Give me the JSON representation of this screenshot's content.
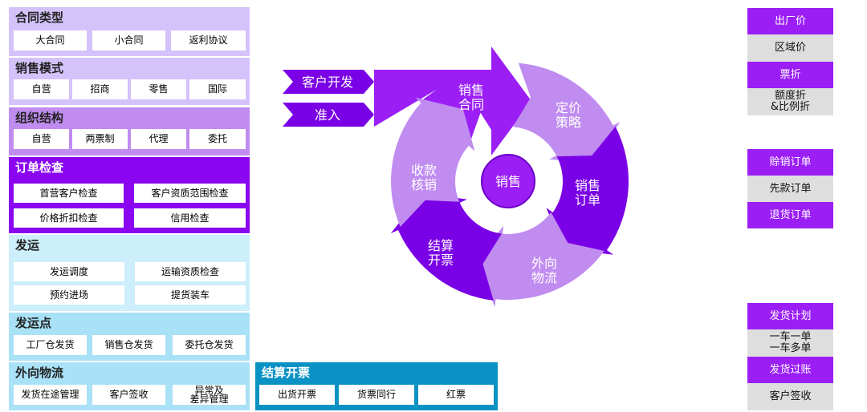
{
  "colors": {
    "dark_purple": "#7a00e6",
    "mid_purple": "#9b1ff5",
    "light_purple": "#c08cf0",
    "lavender": "#d4c2fa",
    "light_blue": "#cdeefb",
    "sky_blue": "#a9e1f7",
    "teal": "#0b92c4"
  },
  "contract_types": {
    "title": "合同类型",
    "items": [
      "大合同",
      "小合同",
      "返利协议"
    ]
  },
  "sales_modes": {
    "title": "销售模式",
    "items": [
      "自营",
      "招商",
      "零售",
      "国际"
    ]
  },
  "org_structure": {
    "title": "组织结构",
    "items": [
      "自营",
      "两票制",
      "代理",
      "委托"
    ]
  },
  "order_check": {
    "title": "订单检查",
    "items": [
      "首营客户检查",
      "客户资质范围检查",
      "价格折扣检查",
      "信用检查"
    ]
  },
  "shipping": {
    "title": "发运",
    "items": [
      "发运调度",
      "运输资质检查",
      "预约进场",
      "提货装车"
    ]
  },
  "shipping_points": {
    "title": "发运点",
    "items": [
      "工厂仓发货",
      "销售仓发货",
      "委托仓发货"
    ]
  },
  "outbound_logistics": {
    "title": "外向物流",
    "items": [
      "发货在途管理",
      "客户签收",
      "异常及\n差异管理"
    ]
  },
  "settlement": {
    "title": "结算开票",
    "items": [
      "出货开票",
      "货票同行",
      "红票"
    ]
  },
  "cycle": {
    "center": "销售",
    "entry_arrows": [
      "客户开发",
      "准入"
    ],
    "segments": [
      "销售\n合同",
      "定价\n策略",
      "销售\n订单",
      "外向\n物流",
      "结算\n开票",
      "收款\n核销"
    ]
  },
  "right_pricing": [
    "出厂价",
    "区域价",
    "票折",
    "额度折\n&比例折"
  ],
  "right_orders": [
    "赊销订单",
    "先款订单",
    "退货订单"
  ],
  "right_delivery": [
    "发货计划",
    "一车一单\n一车多单",
    "发货过账",
    "客户签收"
  ]
}
